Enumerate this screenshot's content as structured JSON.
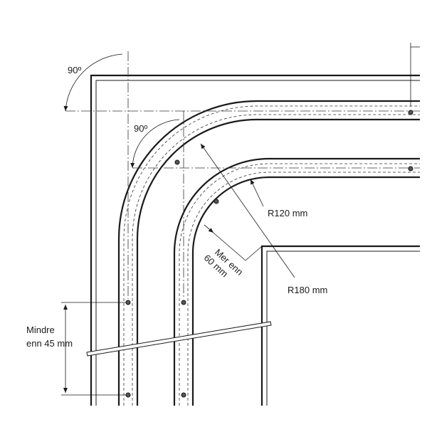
{
  "labels": {
    "angle_outer": "90º",
    "angle_inner": "90º",
    "radius_inner": "R120 mm",
    "radius_outer": "R180 mm",
    "spacing_line1": "Mer enn",
    "spacing_line2": "60 mm",
    "distance_line1": "Mindre",
    "distance_line2": "enn 45 mm"
  },
  "colors": {
    "line": "#1a1a1a",
    "background": "#ffffff"
  }
}
